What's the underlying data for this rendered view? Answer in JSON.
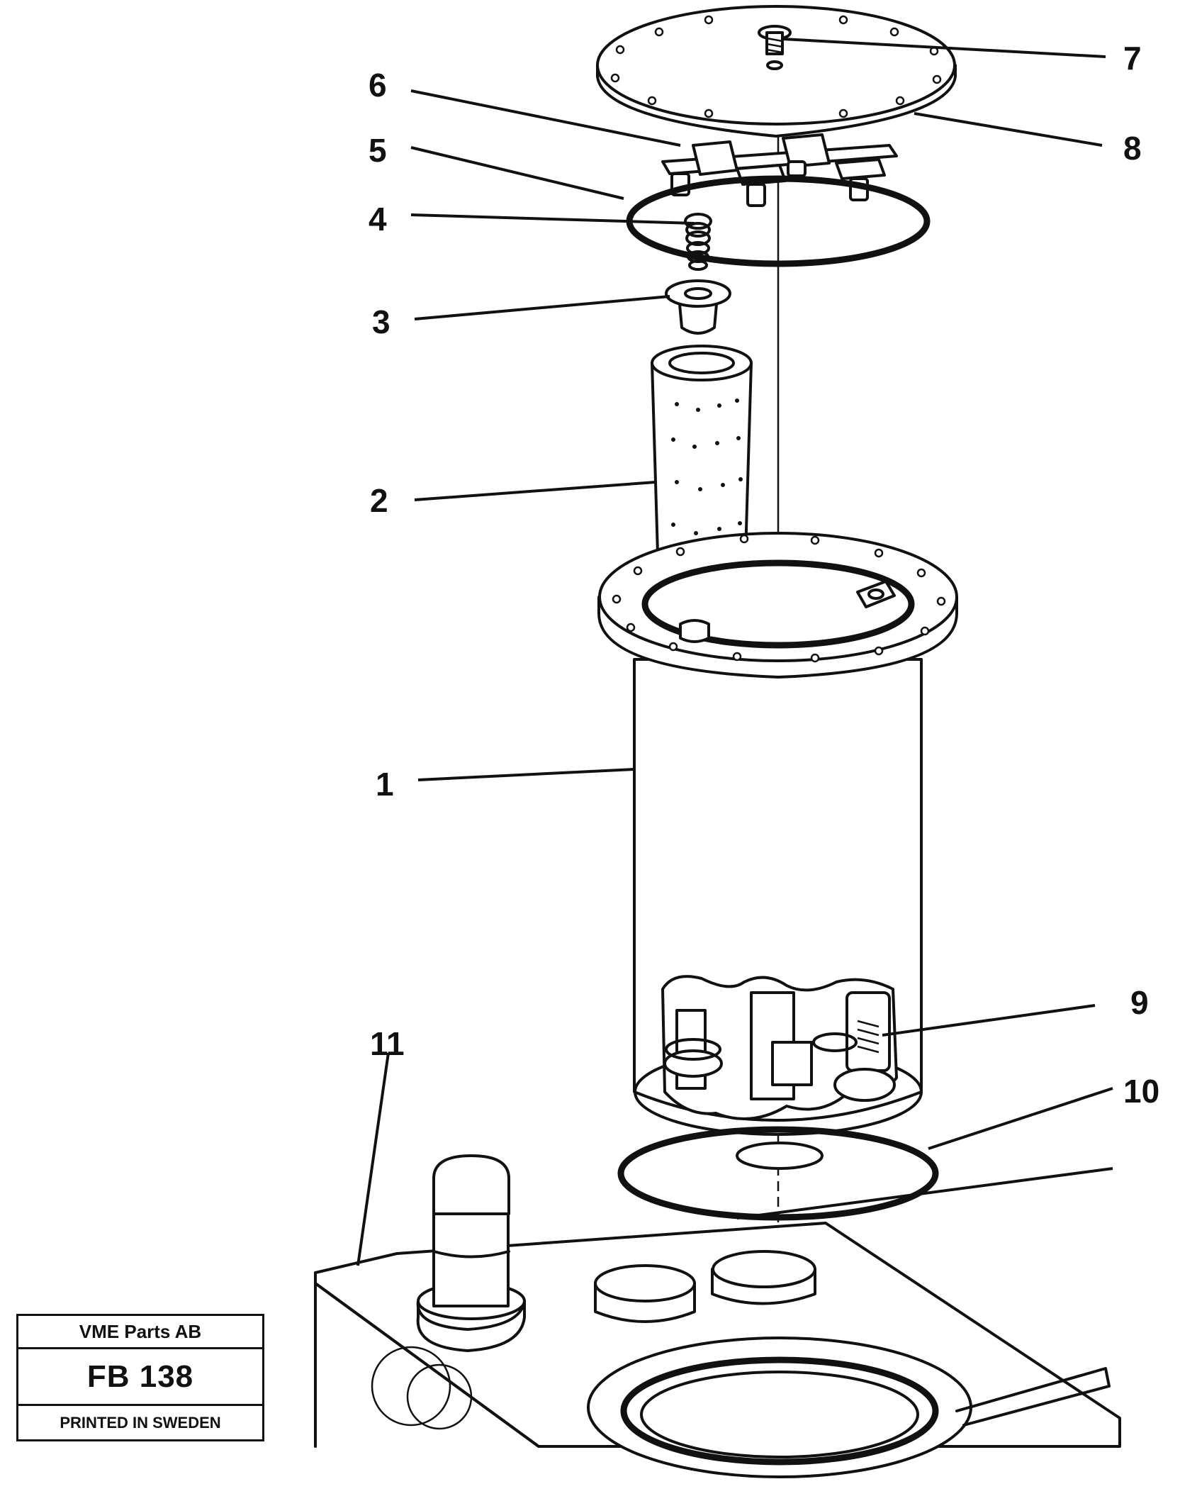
{
  "callouts": [
    {
      "id": "1",
      "text": "1"
    },
    {
      "id": "2",
      "text": "2"
    },
    {
      "id": "3",
      "text": "3"
    },
    {
      "id": "4",
      "text": "4"
    },
    {
      "id": "5",
      "text": "5"
    },
    {
      "id": "6",
      "text": "6"
    },
    {
      "id": "7",
      "text": "7"
    },
    {
      "id": "8",
      "text": "8"
    },
    {
      "id": "9",
      "text": "9"
    },
    {
      "id": "10",
      "text": "10"
    },
    {
      "id": "11",
      "text": "11"
    }
  ],
  "title_block": {
    "company": "VME Parts AB",
    "code": "FB 138",
    "printed": "PRINTED IN SWEDEN"
  },
  "colors": {
    "ink": "#111111",
    "paper": "#ffffff"
  }
}
